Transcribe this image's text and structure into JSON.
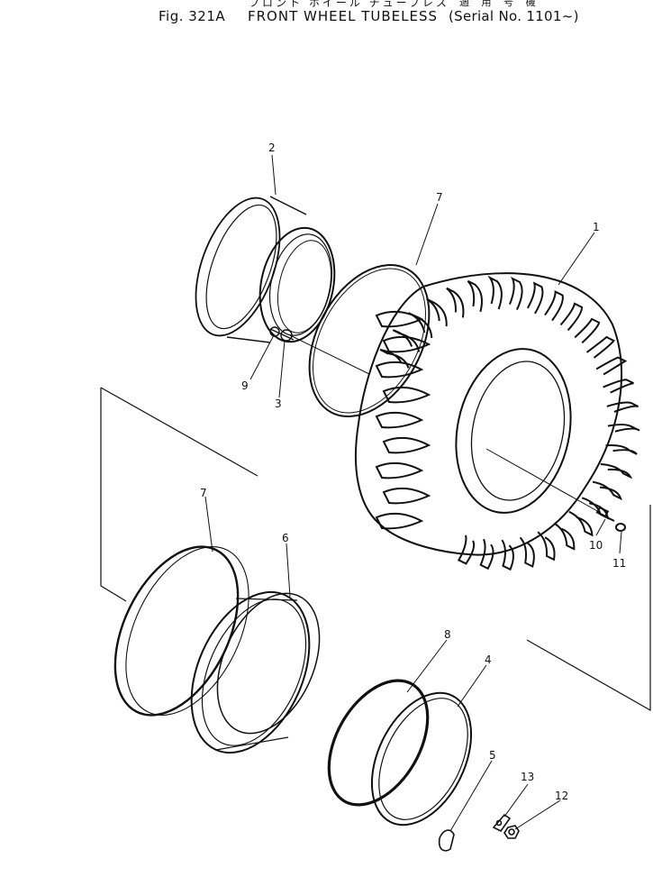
{
  "header": {
    "jp_title": "フロント ホイール チューブレス",
    "jp_serial": "適 用 号 機",
    "fig_no": "Fig. 321A",
    "title": "FRONT WHEEL TUBELESS",
    "serial": "(Serial No. 1101~)"
  },
  "callouts": {
    "c1": "1",
    "c2": "2",
    "c3": "3",
    "c4": "4",
    "c5": "5",
    "c6": "6",
    "c7a": "7",
    "c7b": "7",
    "c8": "8",
    "c9": "9",
    "c10": "10",
    "c11": "11",
    "c12": "12",
    "c13": "13"
  }
}
